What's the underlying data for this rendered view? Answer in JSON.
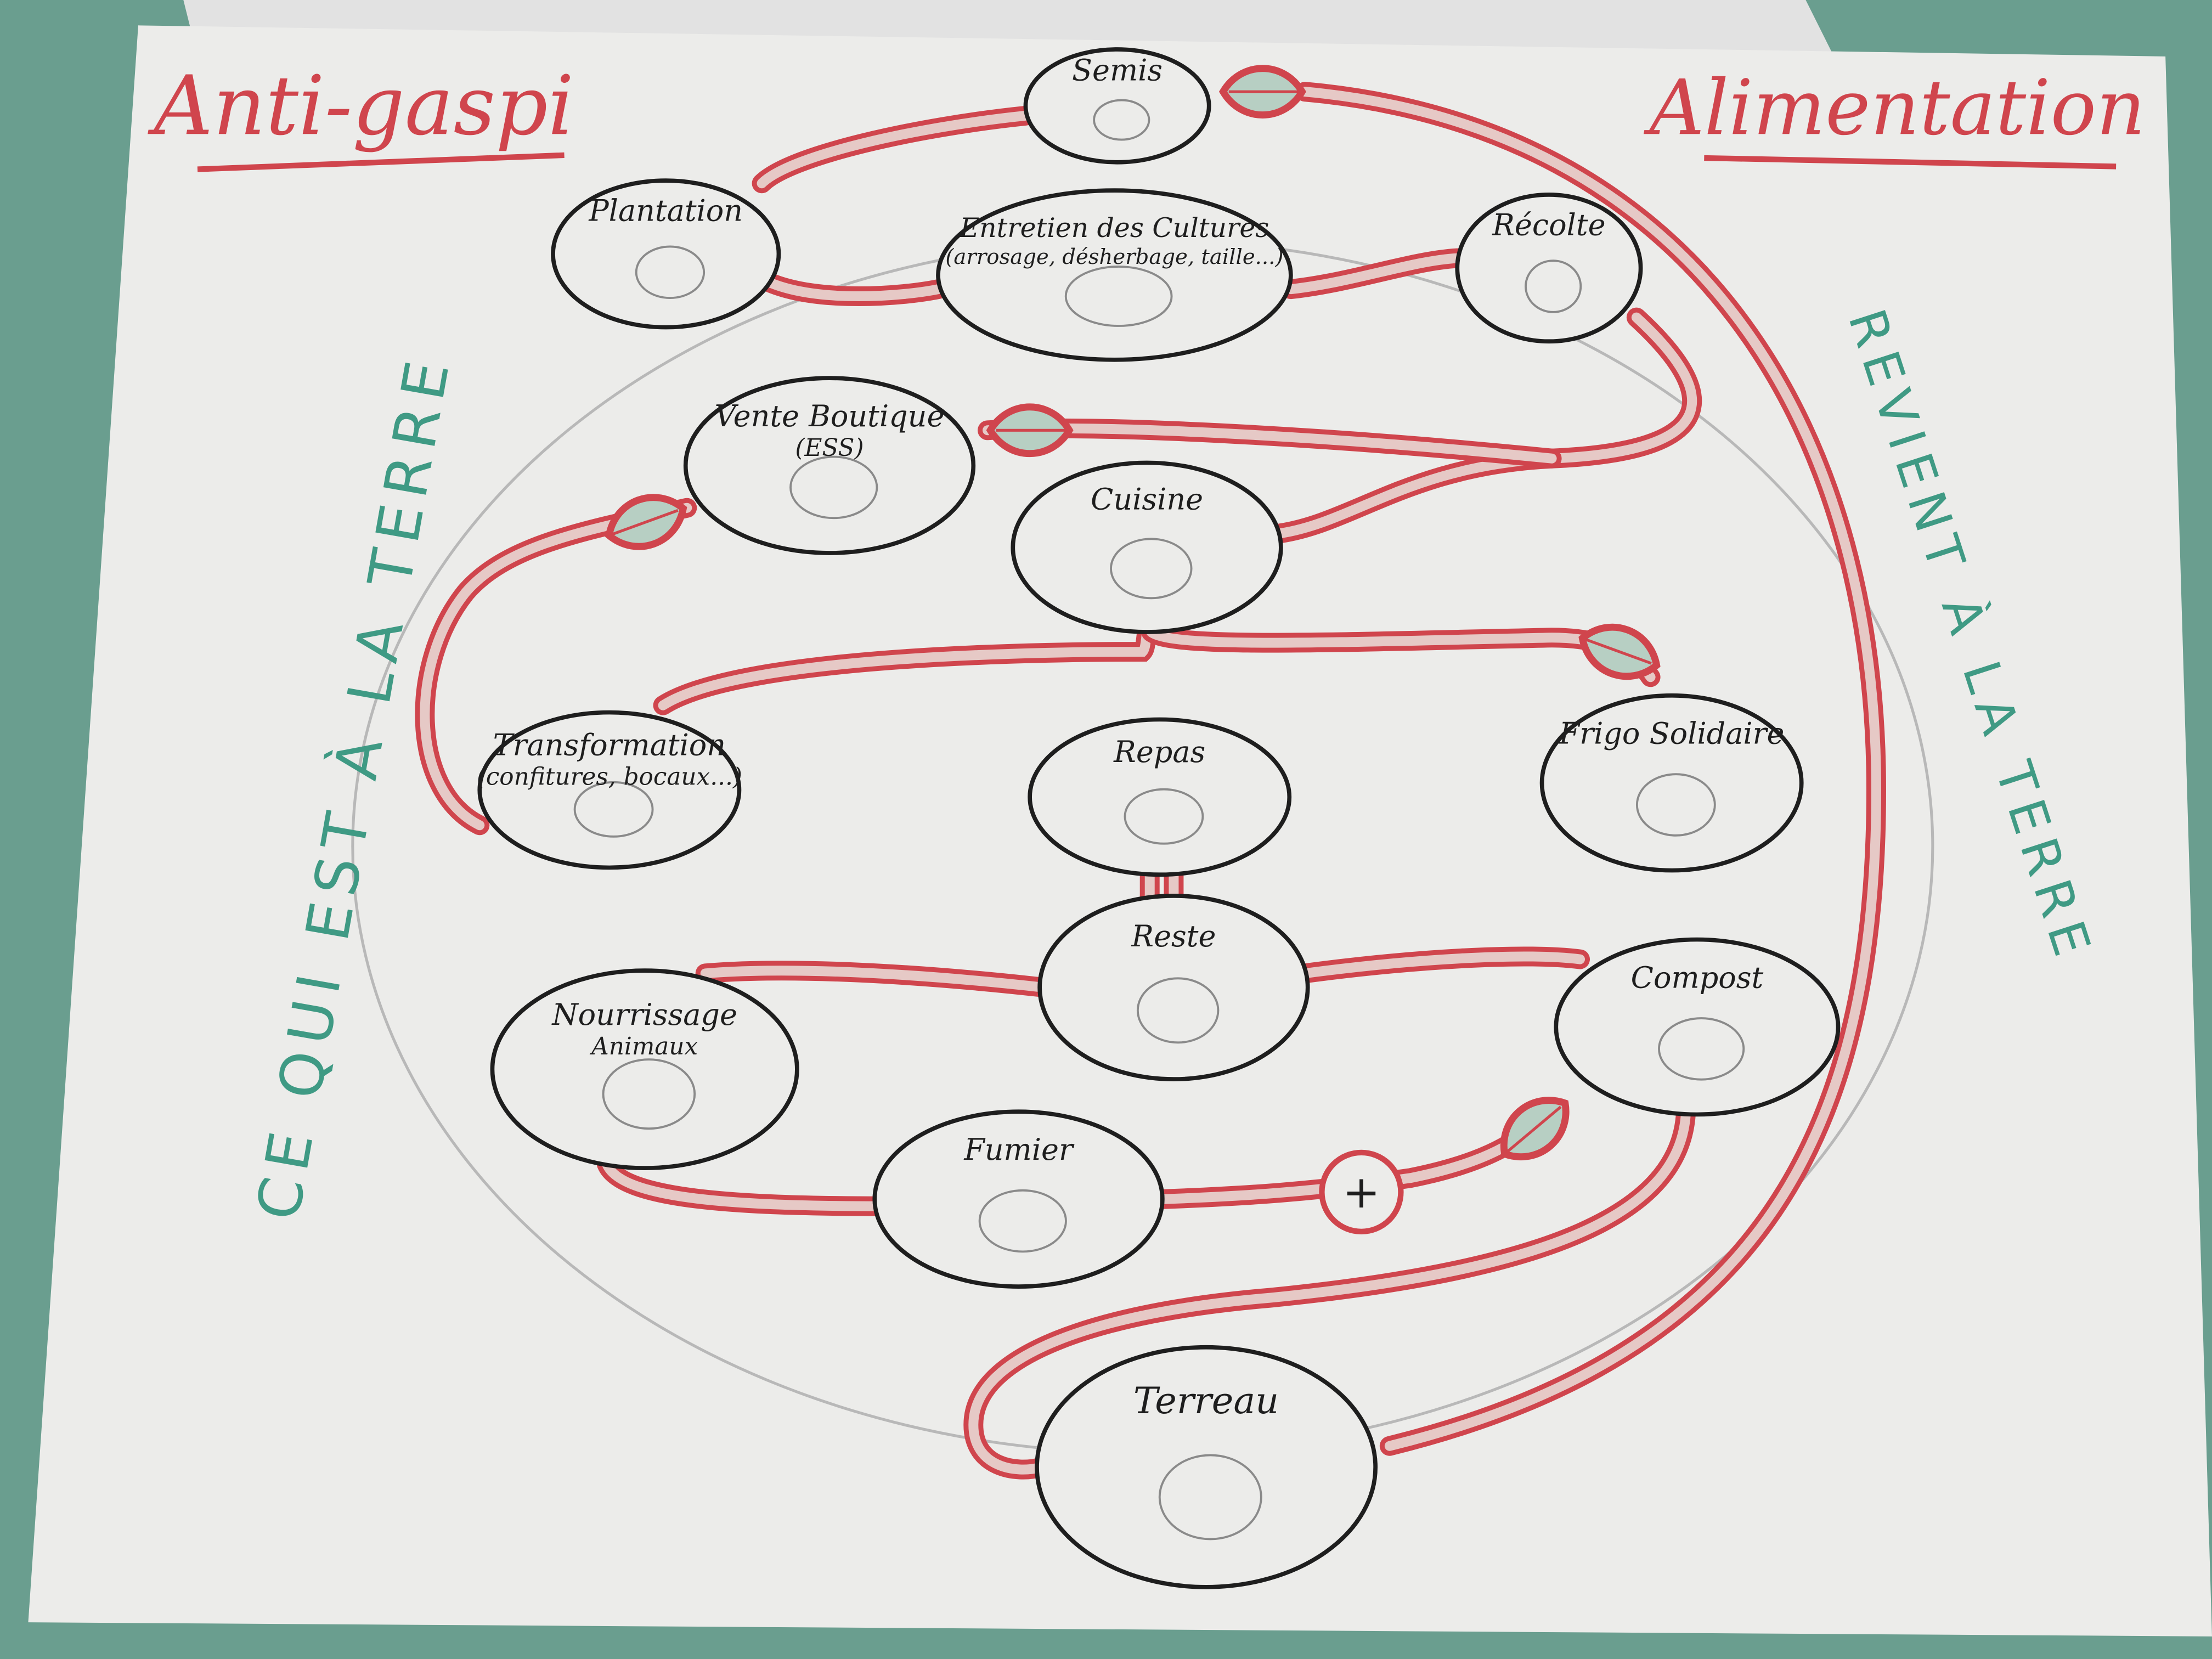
{
  "colors": {
    "table": "#6a9e8f",
    "paper": "#ececea",
    "red": "#d0454d",
    "ink": "#1e1e1e",
    "green": "#3f9a84",
    "pencil": "#8a8a8a"
  },
  "titles": {
    "left": "Anti-gaspi",
    "right": "Alimentation"
  },
  "side_text": {
    "left": "CE QUI EST À LA TERRE",
    "right": "REVIENT À LA TERRE"
  },
  "nodes": {
    "semis": {
      "label": "Semis"
    },
    "plantation": {
      "label": "Plantation"
    },
    "entretien": {
      "label": "Entretien des Cultures",
      "sub": "(arrosage, désherbage, taille...)"
    },
    "recolte": {
      "label": "Récolte"
    },
    "vente": {
      "label": "Vente Boutique",
      "sub": "(ESS)"
    },
    "cuisine": {
      "label": "Cuisine"
    },
    "transformation": {
      "label": "Transformation",
      "sub": "(confitures, bocaux...)"
    },
    "repas": {
      "label": "Repas"
    },
    "frigo": {
      "label": "Frigo Solidaire"
    },
    "reste": {
      "label": "Reste"
    },
    "nourrissage": {
      "label": "Nourrissage",
      "sub": "Animaux"
    },
    "compost": {
      "label": "Compost"
    },
    "fumier": {
      "label": "Fumier"
    },
    "terreau": {
      "label": "Terreau"
    }
  },
  "plus_symbol": "+"
}
